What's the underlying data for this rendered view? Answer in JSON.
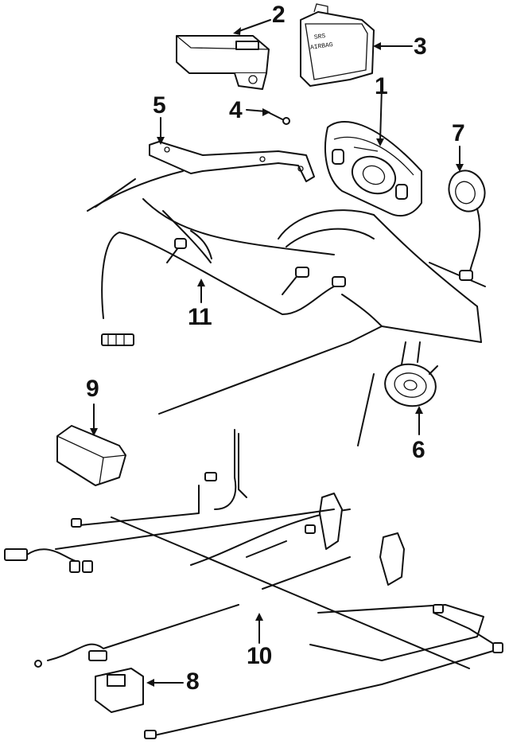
{
  "callouts": {
    "c1": "1",
    "c2": "2",
    "c3": "3",
    "c4": "4",
    "c5": "5",
    "c6": "6",
    "c7": "7",
    "c8": "8",
    "c9": "9",
    "c10": "10",
    "c11": "11"
  },
  "airbag_label": {
    "line1": "SRS",
    "line2": "AIRBAG"
  },
  "colors": {
    "ink": "#111111",
    "paper": "#ffffff"
  }
}
